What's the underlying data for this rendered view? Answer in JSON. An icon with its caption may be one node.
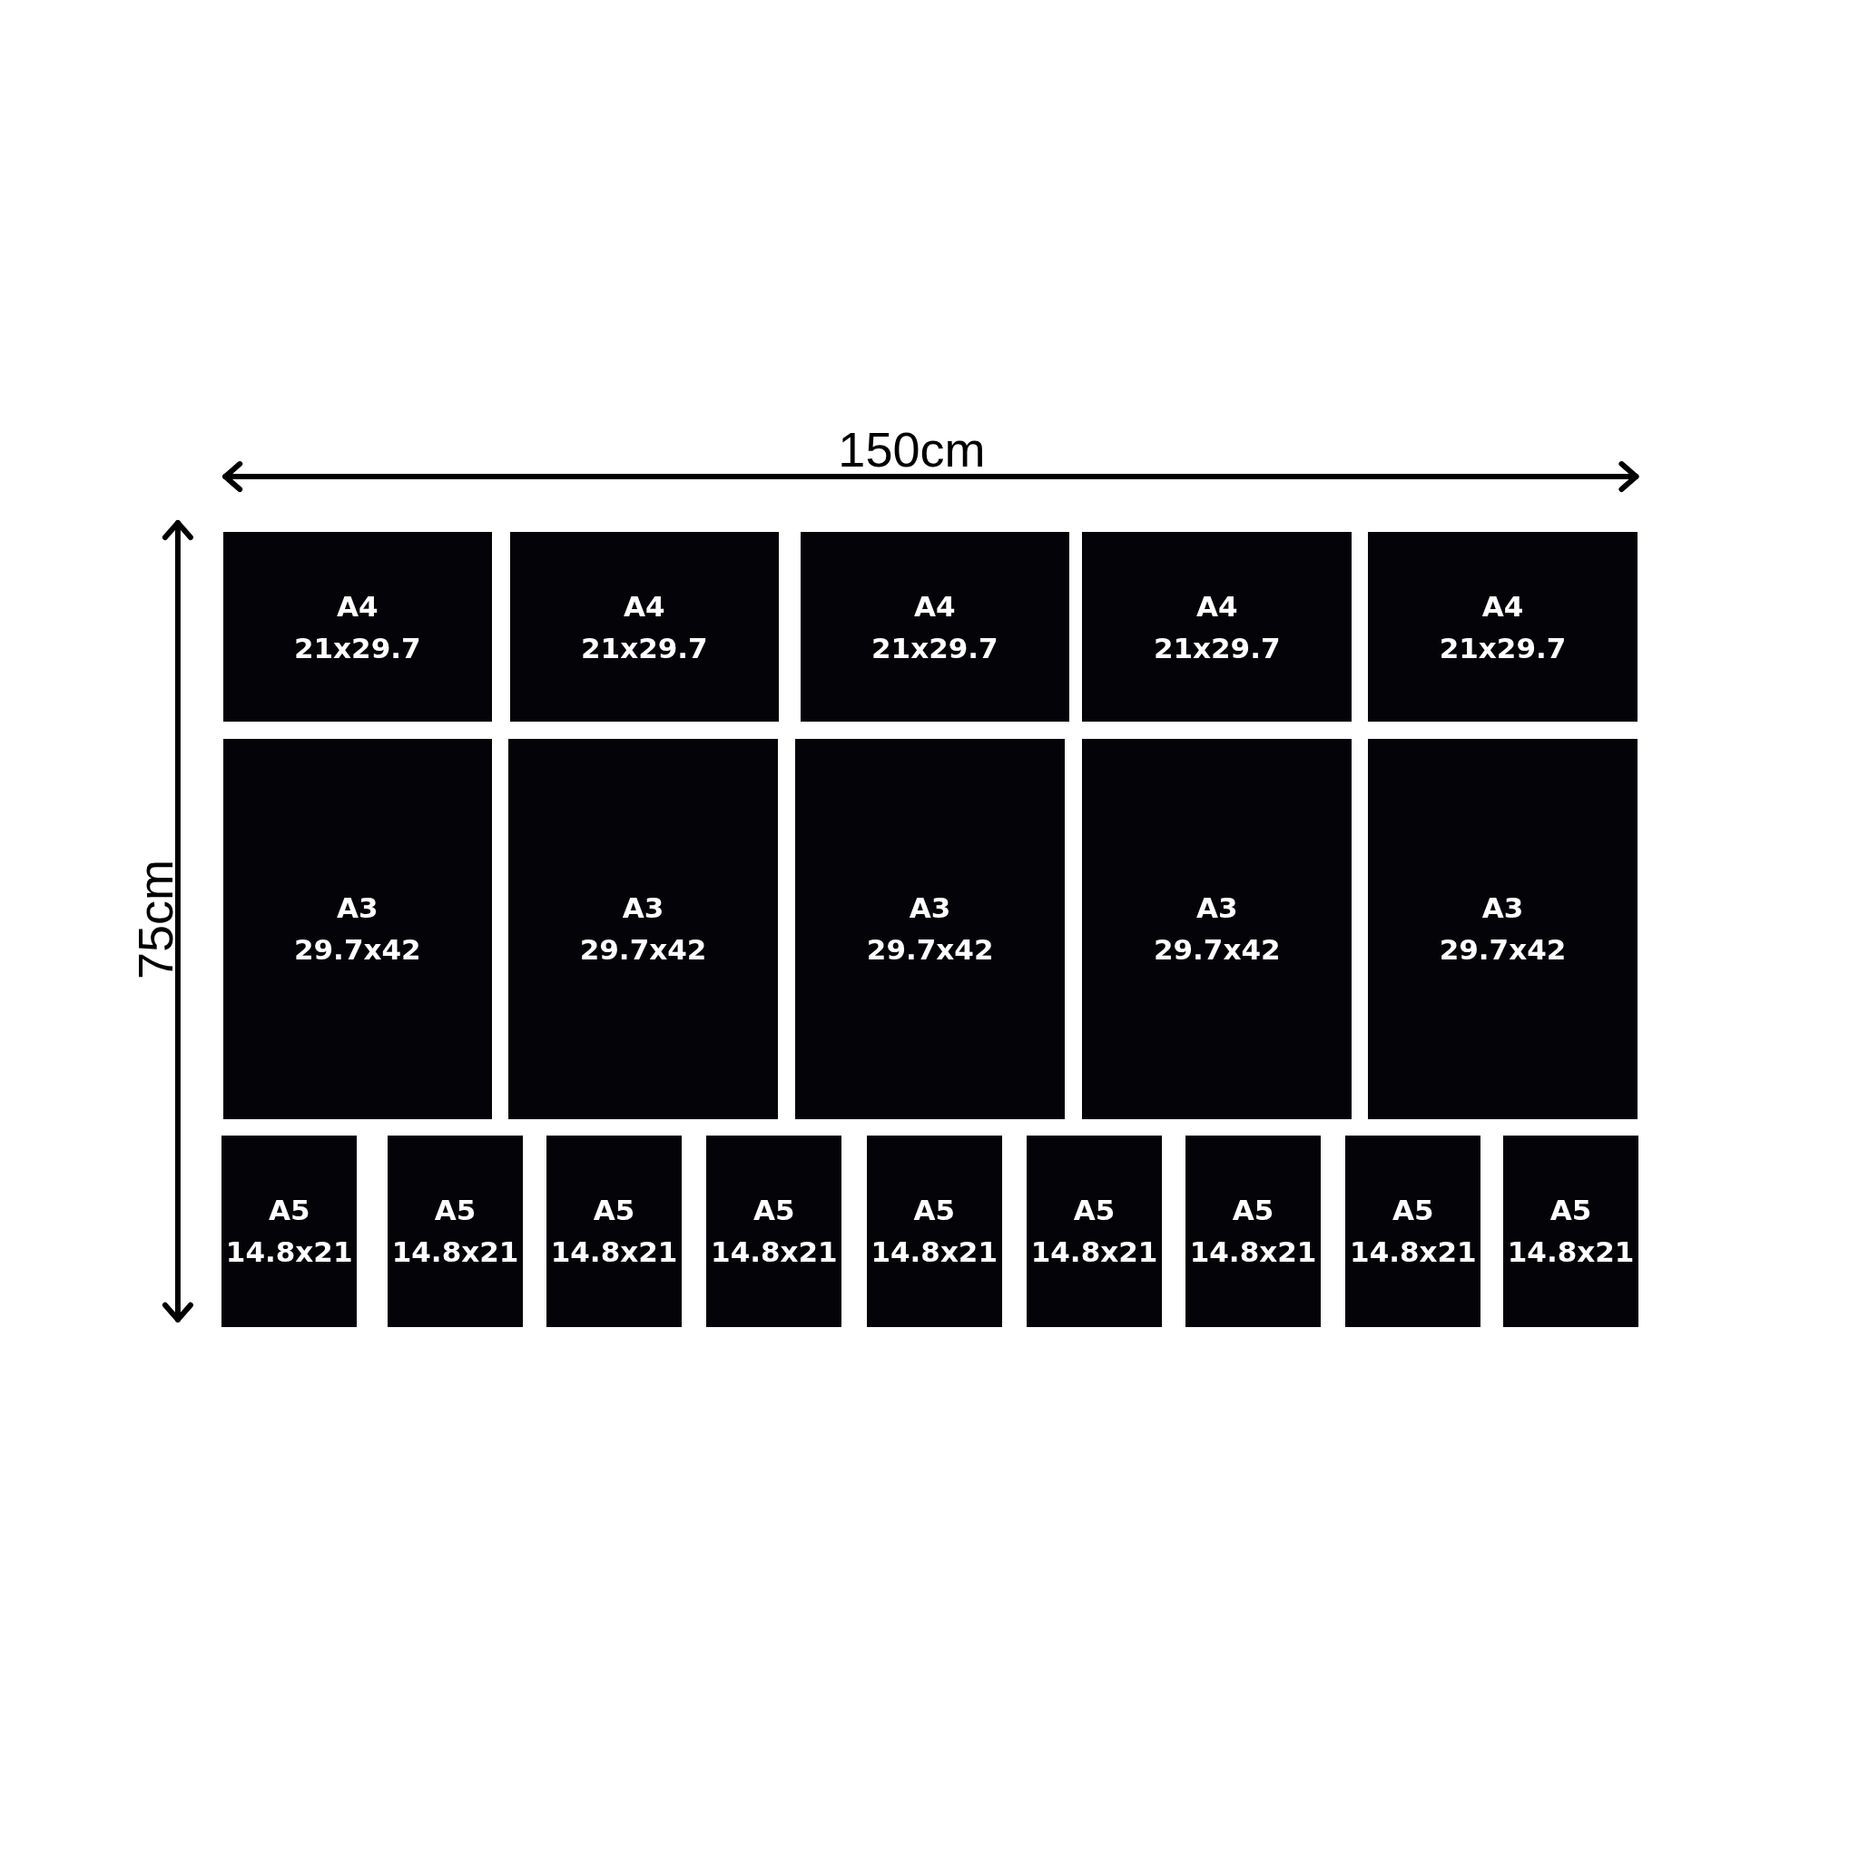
{
  "diagram": {
    "nodes": [
      {
        "text": [
          "A4",
          "21x29.7"
        ]
      },
      {
        "text": [
          "A4",
          "21x29.7"
        ]
      },
      {
        "text": [
          "A4",
          "21x29.7"
        ]
      },
      {
        "text": [
          "A4",
          "21x29.7"
        ]
      },
      {
        "text": [
          "A4",
          "21x29.7"
        ]
      },
      {
        "text": [
          "A3",
          "29.7x42"
        ]
      },
      {
        "text": [
          "A3",
          "29.7x42"
        ]
      },
      {
        "text": [
          "A3",
          "29.7x42"
        ]
      },
      {
        "text": [
          "A3",
          "29.7x42"
        ]
      },
      {
        "text": [
          "A3",
          "29.7x42"
        ]
      },
      {
        "text": [
          "A5",
          "14.8x21"
        ]
      },
      {
        "text": [
          "A5",
          "14.8x21"
        ]
      },
      {
        "text": [
          "A5",
          "14.8x21"
        ]
      },
      {
        "text": [
          "A5",
          "14.8x21"
        ]
      },
      {
        "text": [
          "A5",
          "14.8x21"
        ]
      },
      {
        "text": [
          "A5",
          "14.8x21"
        ]
      },
      {
        "text": [
          "A5",
          "14.8x21"
        ]
      },
      {
        "text": [
          "A5",
          "14.8x21"
        ]
      },
      {
        "text": [
          "A5",
          "14.8x21"
        ]
      }
    ],
    "labels": [
      "150cm",
      "75cm"
    ]
  }
}
